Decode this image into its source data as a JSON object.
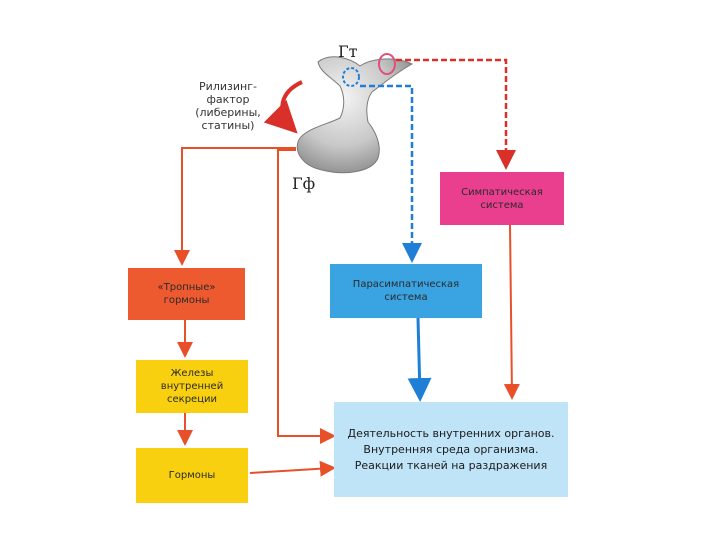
{
  "labels": {
    "hypothalamus": "Гт",
    "pituitary": "Гф",
    "releasing_factor": "Рилизинг-фактор\n(либерины,\n статины)"
  },
  "boxes": {
    "tropic_hormones": "«Тропные»\nгормоны",
    "endocrine_glands": "Железы\nвнутренней\nсекреции",
    "hormones": "Гормоны",
    "sympathetic": "Симпатическая\nсистема",
    "parasympathetic": "Парасимпатическая\nсистема",
    "organs": "Деятельность внутренних органов.\nВнутренняя среда организма.\nРеакции тканей на раздражения"
  },
  "colors": {
    "orange_arrow": "#e8502a",
    "blue_arrow": "#1f7fd6",
    "red_dash": "#d9302a",
    "blue_dash": "#1f7fd6",
    "gland_gray": "#c9c9c9"
  }
}
